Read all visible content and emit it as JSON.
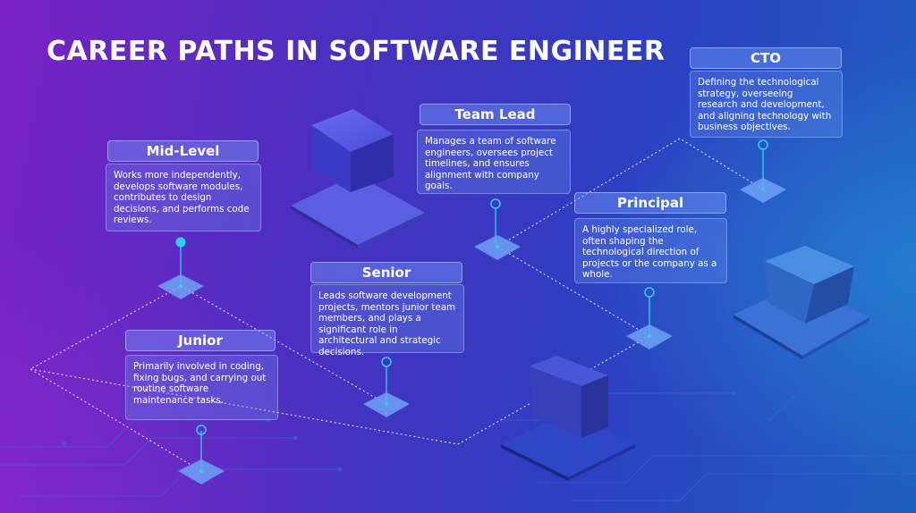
{
  "title": "CAREER PATHS IN SOFTWARE ENGINEER",
  "colors": {
    "accent": "#2ad4f0",
    "card": "#6e96f5"
  },
  "roles": {
    "junior": {
      "name": "Junior",
      "description": "Primarily involved in coding, fixing bugs, and carrying out routine software maintenance tasks."
    },
    "mid_level": {
      "name": "Mid-Level",
      "description": "Works more independently, develops software modules, contributes to design decisions, and performs code reviews."
    },
    "senior": {
      "name": "Senior",
      "description": "Leads software development projects, mentors junior team members, and plays a significant role in architectural and strategic decisions."
    },
    "team_lead": {
      "name": "Team Lead",
      "description": "Manages a team of software engineers, oversees project timelines, and ensures alignment with company goals."
    },
    "principal": {
      "name": "Principal",
      "description": "A highly specialized role, often shaping the technological direction of projects or the company as a whole."
    },
    "cto": {
      "name": "CTO",
      "description": "Defining the technological strategy, overseeing research and development, and aligning technology with business objectives."
    }
  }
}
